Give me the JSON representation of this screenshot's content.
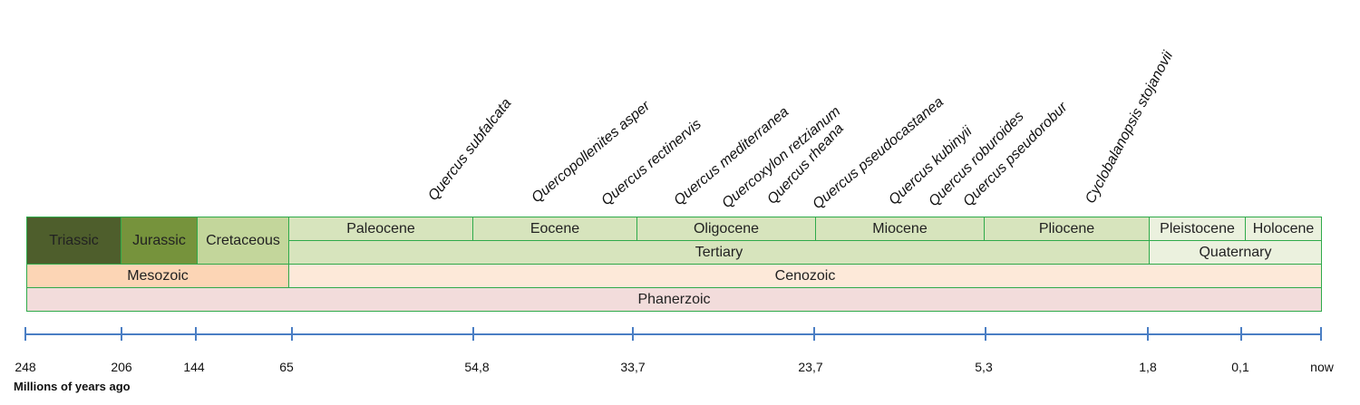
{
  "colors": {
    "border": "#2faa4a",
    "triassic": "#4e5e2c",
    "jurassic": "#76933c",
    "cretaceous": "#c3d69b",
    "tertiary_epochs": "#d7e4bd",
    "tertiary": "#d7e4bd",
    "quaternary": "#ebf1de",
    "mesozoic": "#fcd5b5",
    "cenozoic": "#fde9d9",
    "phanerozoic": "#f2dcdb",
    "axis": "#4a7ec4"
  },
  "species": [
    "Quercus subfalcata",
    "Quercopollenites asper",
    "Quercus rectinervis",
    "Quercus  mediterranea",
    "Quercoxylon retzianum",
    "Quercus rheana",
    "Quercus pseudocastanea",
    "Quercus kubinyii",
    "Quercus roburoides",
    "Quercus pseudorobur",
    "Cyclobalanopsis stojanovii"
  ],
  "periods": {
    "triassic": "Triassic",
    "jurassic": "Jurassic",
    "cretaceous": "Cretaceous",
    "tertiary": "Tertiary",
    "quaternary": "Quaternary"
  },
  "epochs": {
    "paleocene": "Paleocene",
    "eocene": "Eocene",
    "oligocene": "Oligocene",
    "miocene": "Miocene",
    "pliocene": "Pliocene",
    "pleistocene": "Pleistocene",
    "holocene": "Holocene"
  },
  "eras": {
    "mesozoic": "Mesozoic",
    "cenozoic": "Cenozoic"
  },
  "eon": "Phanerzoic",
  "axis": {
    "ticks": [
      "248",
      "206",
      "144",
      "65",
      "54,8",
      "33,7",
      "23,7",
      "5,3",
      "1,8",
      "0,1",
      "now"
    ],
    "title": "Millions of years ago"
  }
}
